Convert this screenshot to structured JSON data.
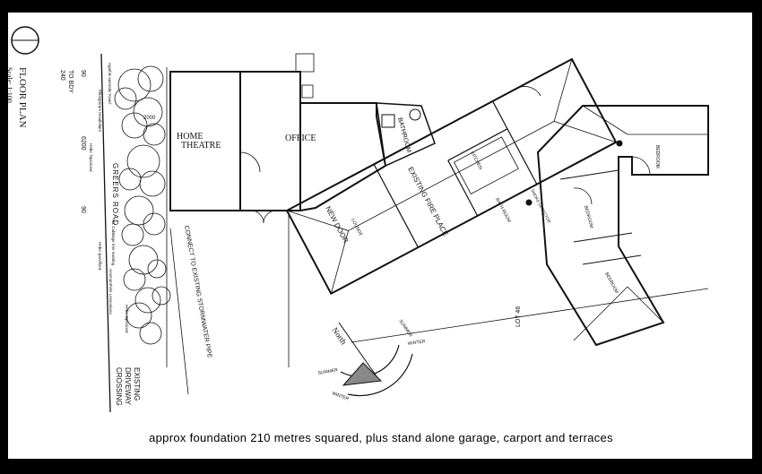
{
  "title": {
    "text": "FLOOR PLAN",
    "scale": "Scale: 1:100"
  },
  "rooms": {
    "home_theatre_line1": "HOME",
    "home_theatre_line2": "THEATRE",
    "office": "OFFICE",
    "bathroom_top": "BATHROOM",
    "kitchen": "KITCHEN",
    "fire_place": "EXISTING FIRE PLACE",
    "bath_room": "BATH ROOM",
    "lounge": "LOUNGE",
    "new_door": "NEW DOOR",
    "bedroom_1": "BEDROOM",
    "bedroom_2": "BEDROOM",
    "bedroom_3": "BEDROOM",
    "smoke_detector": "SMOKE DETECTOR"
  },
  "site": {
    "greers_road": "GREERS ROAD",
    "stormwater": "CONNECT TO EXISTING STORMWATER PIPE",
    "driveway_1": "EXISTING",
    "driveway_2": "DRIVEWAY",
    "driveway_3": "CROSSING",
    "lot": "LOT 46",
    "north": "North",
    "summer": "SUMMER",
    "winter": "WINTER",
    "summer_2": "SUMMER",
    "winter_2": "WINTER"
  },
  "dimensions": {
    "d240": "240",
    "to_bdy": "TO BDY",
    "d90a": "90",
    "d6200": "6200",
    "d90b": "90",
    "d2000": "2000"
  },
  "plants": {
    "p1": "Agathis australis 'Kauri'",
    "p2": "Pittosporum tenuifolium",
    "p3": "Hebe 'Speciosa'",
    "p4": "NZ Cabbage tree existing",
    "p5": "Hebe 'parviflora'",
    "p6": "Anemanthele Lessoniana",
    "p7": "Hebe 'Speciosa'"
  },
  "caption": "approx foundation 210 metres squared, plus stand alone garage, carport and terraces"
}
